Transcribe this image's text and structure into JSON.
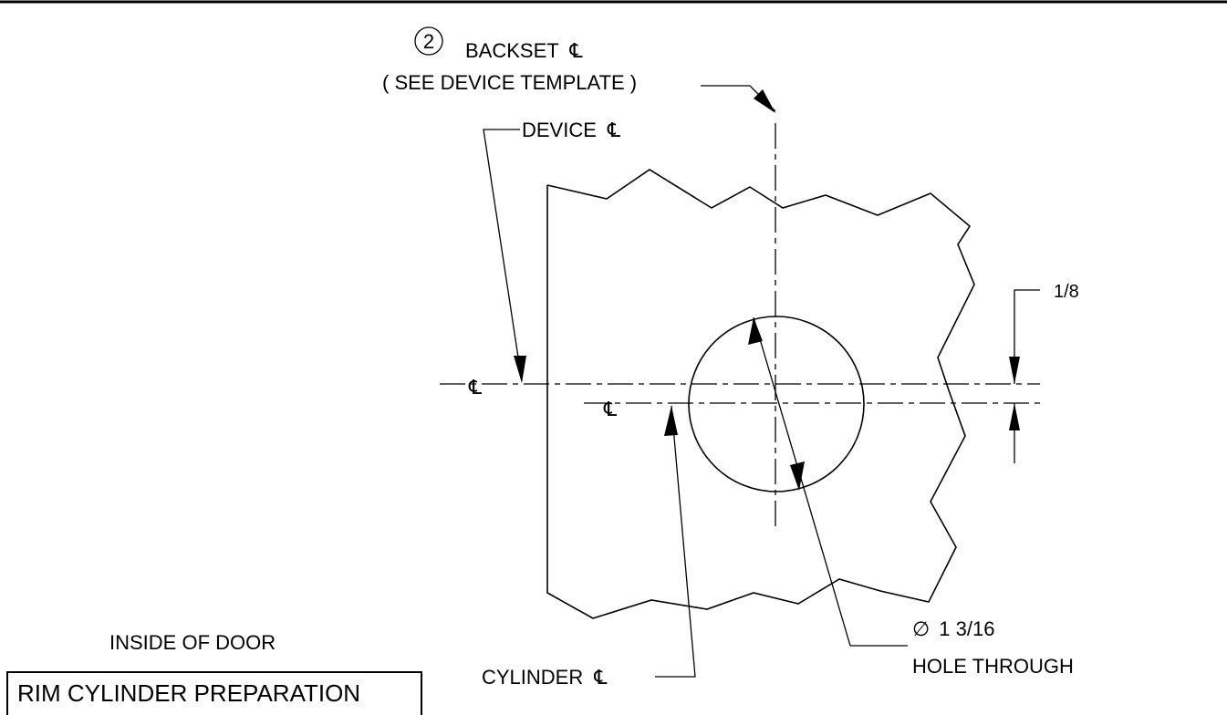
{
  "diagram": {
    "callout_number": "2",
    "backset_label": "BACKSET",
    "see_template_label": "( SEE DEVICE TEMPLATE )",
    "device_cl_label": "DEVICE",
    "dimension_offset": "1/8",
    "cl_symbol": "℄",
    "hole_diameter_symbol": "∅",
    "hole_diameter": "1 3/16",
    "hole_through_label": "HOLE THROUGH",
    "cylinder_cl_label": "CYLINDER",
    "inside_label": "INSIDE OF DOOR",
    "title": "RIM CYLINDER PREPARATION"
  }
}
